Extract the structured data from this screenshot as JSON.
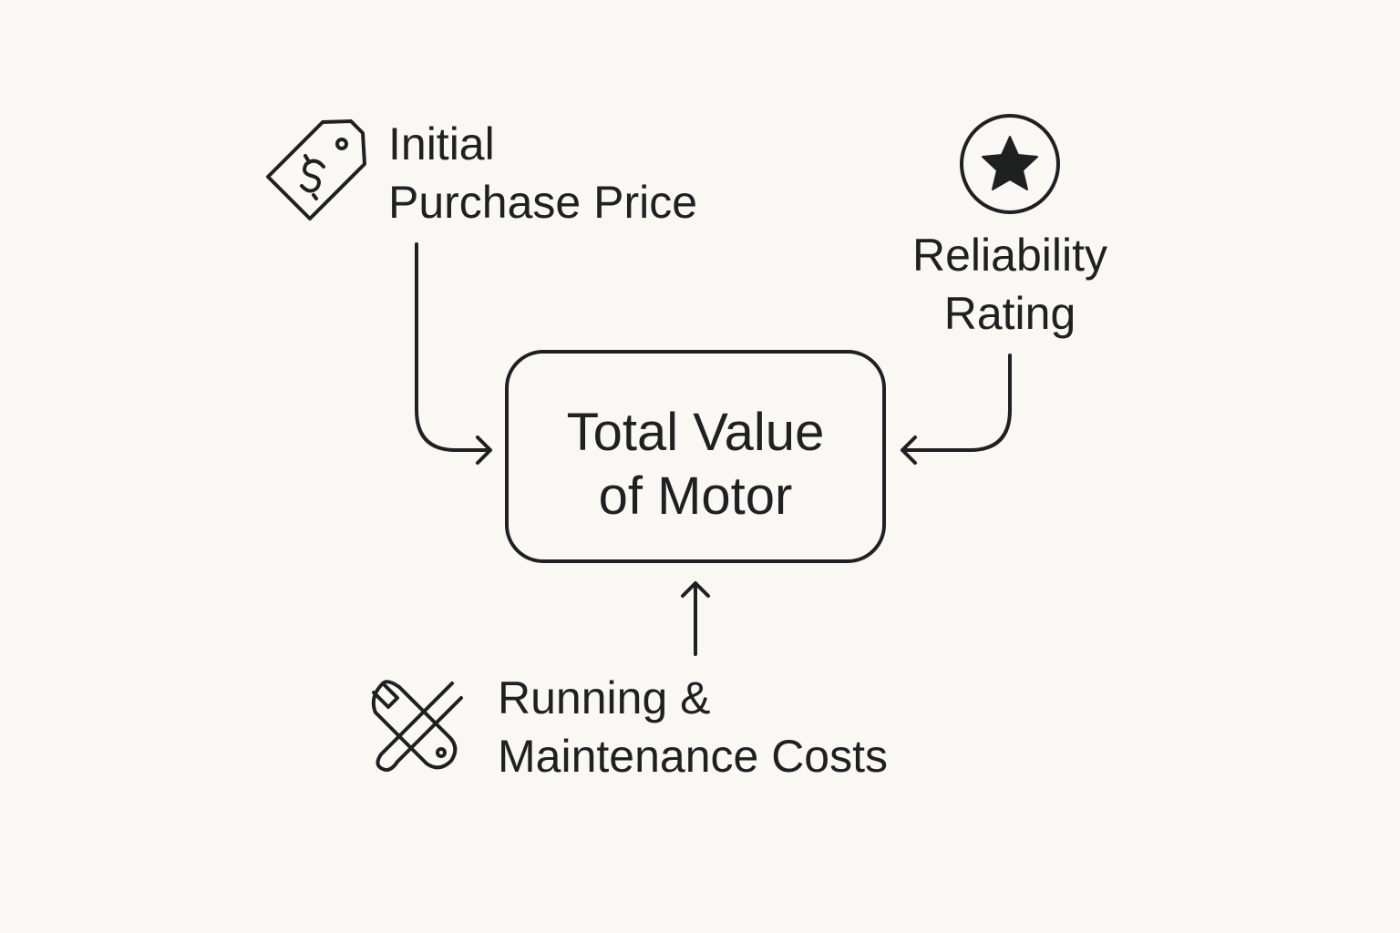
{
  "center": {
    "line1": "Total Value",
    "line2": "of Motor"
  },
  "inputs": [
    {
      "line1": "Initial",
      "line2": "Purchase Price",
      "icon": "price-tag-icon"
    },
    {
      "line1": "Reliability",
      "line2": "Rating",
      "icon": "star-icon"
    },
    {
      "line1": "Running &",
      "line2": "Maintenance Costs",
      "icon": "tools-icon"
    }
  ],
  "colors": {
    "stroke": "#1f2121",
    "background": "#f9f8f4"
  }
}
